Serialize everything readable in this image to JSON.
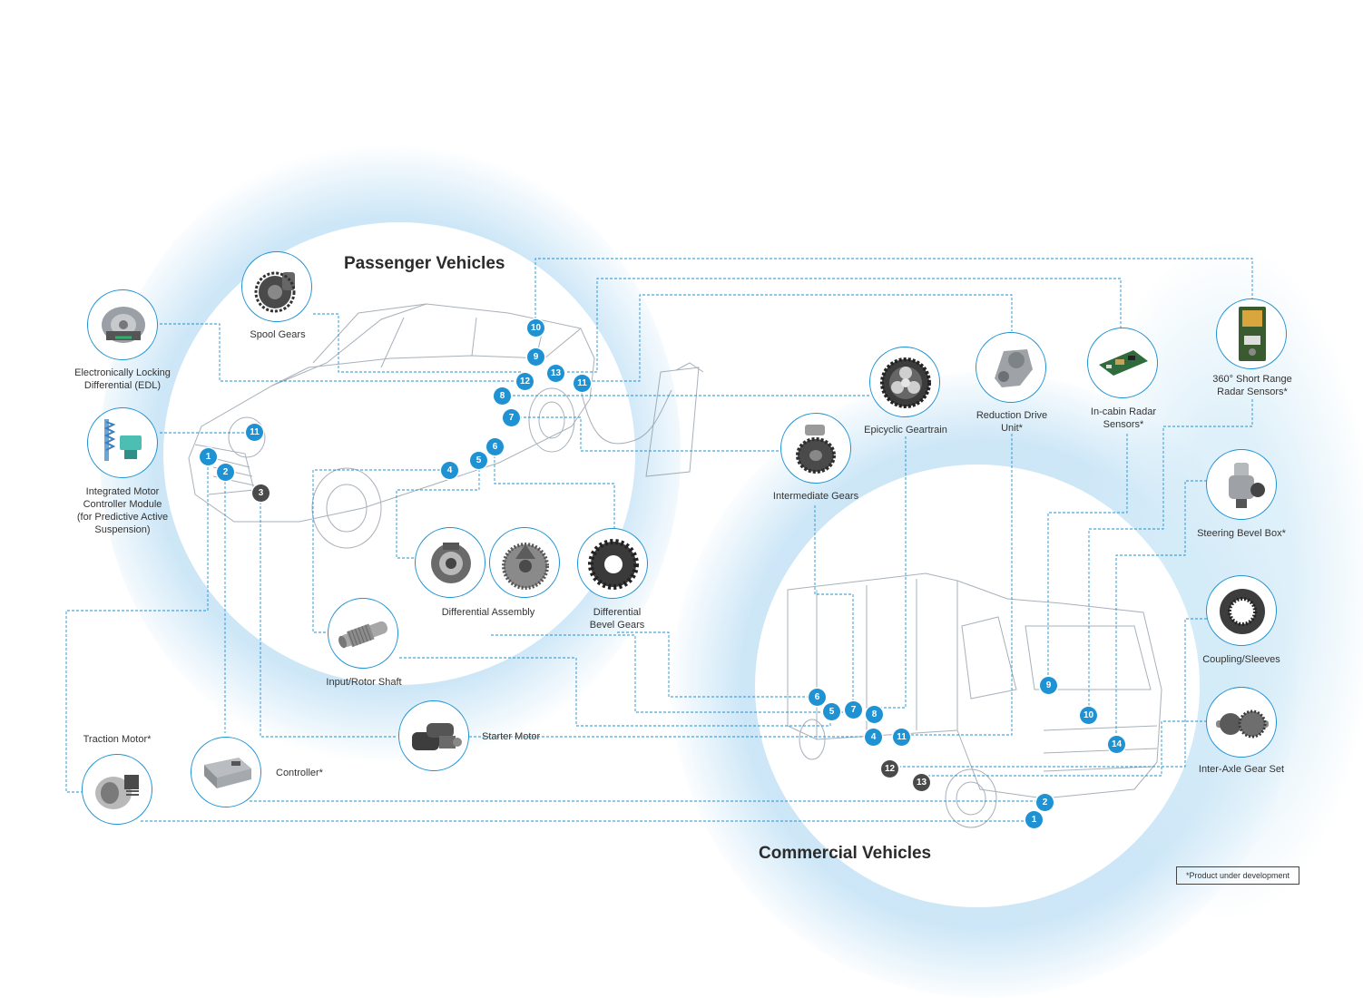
{
  "sections": {
    "passenger_title": "Passenger Vehicles",
    "commercial_title": "Commercial Vehicles"
  },
  "products": [
    {
      "id": "spool-gears",
      "label": "Spool Gears",
      "icon": "spool-gear-icon"
    },
    {
      "id": "edl",
      "label": "Electronically Locking\nDifferential (EDL)",
      "icon": "locking-differential-icon"
    },
    {
      "id": "imcm",
      "label": "Integrated Motor\nController Module\n(for Predictive Active\nSuspension)",
      "icon": "motor-controller-module-icon"
    },
    {
      "id": "differential-assembly",
      "label": "Differential Assembly",
      "icon": "differential-assembly-icon"
    },
    {
      "id": "differential-bevel-gears",
      "label": "Differential\nBevel Gears",
      "icon": "bevel-gear-icon"
    },
    {
      "id": "input-rotor-shaft",
      "label": "Input/Rotor Shaft",
      "icon": "rotor-shaft-icon"
    },
    {
      "id": "starter-motor",
      "label": "Starter Motor",
      "icon": "starter-motor-icon"
    },
    {
      "id": "controller",
      "label": "Controller*",
      "icon": "controller-icon"
    },
    {
      "id": "traction-motor",
      "label": "Traction Motor*",
      "icon": "traction-motor-icon"
    },
    {
      "id": "epicyclic-geartrain",
      "label": "Epicyclic Geartrain",
      "icon": "epicyclic-gear-icon"
    },
    {
      "id": "intermediate-gears",
      "label": "Intermediate Gears",
      "icon": "intermediate-gear-icon"
    },
    {
      "id": "reduction-drive-unit",
      "label": "Reduction Drive\nUnit*",
      "icon": "reduction-drive-icon"
    },
    {
      "id": "in-cabin-radar",
      "label": "In-cabin Radar\nSensors*",
      "icon": "radar-board-icon"
    },
    {
      "id": "short-range-radar",
      "label": "360° Short Range\nRadar Sensors*",
      "icon": "radar-sensor-icon"
    },
    {
      "id": "steering-bevel-box",
      "label": "Steering Bevel Box*",
      "icon": "steering-box-icon"
    },
    {
      "id": "coupling-sleeves",
      "label": "Coupling/Sleeves",
      "icon": "coupling-icon"
    },
    {
      "id": "inter-axle-gear-set",
      "label": "Inter-Axle Gear Set",
      "icon": "inter-axle-gear-icon"
    }
  ],
  "markers": {
    "passenger": [
      {
        "n": "1",
        "color": "blue"
      },
      {
        "n": "2",
        "color": "blue"
      },
      {
        "n": "3",
        "color": "grey"
      },
      {
        "n": "4",
        "color": "blue"
      },
      {
        "n": "5",
        "color": "blue"
      },
      {
        "n": "6",
        "color": "blue"
      },
      {
        "n": "7",
        "color": "blue"
      },
      {
        "n": "8",
        "color": "blue"
      },
      {
        "n": "9",
        "color": "blue"
      },
      {
        "n": "10",
        "color": "blue"
      },
      {
        "n": "11",
        "color": "blue"
      },
      {
        "n": "11",
        "color": "blue"
      },
      {
        "n": "12",
        "color": "blue"
      },
      {
        "n": "13",
        "color": "blue"
      }
    ],
    "commercial": [
      {
        "n": "1",
        "color": "blue"
      },
      {
        "n": "2",
        "color": "blue"
      },
      {
        "n": "4",
        "color": "blue"
      },
      {
        "n": "5",
        "color": "blue"
      },
      {
        "n": "6",
        "color": "blue"
      },
      {
        "n": "7",
        "color": "blue"
      },
      {
        "n": "8",
        "color": "blue"
      },
      {
        "n": "9",
        "color": "blue"
      },
      {
        "n": "10",
        "color": "blue"
      },
      {
        "n": "11",
        "color": "blue"
      },
      {
        "n": "12",
        "color": "grey"
      },
      {
        "n": "13",
        "color": "grey"
      },
      {
        "n": "14",
        "color": "blue"
      }
    ]
  },
  "footnote": "*Product under development",
  "colors": {
    "accent": "#1e92d3",
    "marker_grey": "#4a4a4a",
    "connector": "#1e92d3",
    "glow": "#d6ecf8",
    "sketch": "#8a96a3"
  }
}
